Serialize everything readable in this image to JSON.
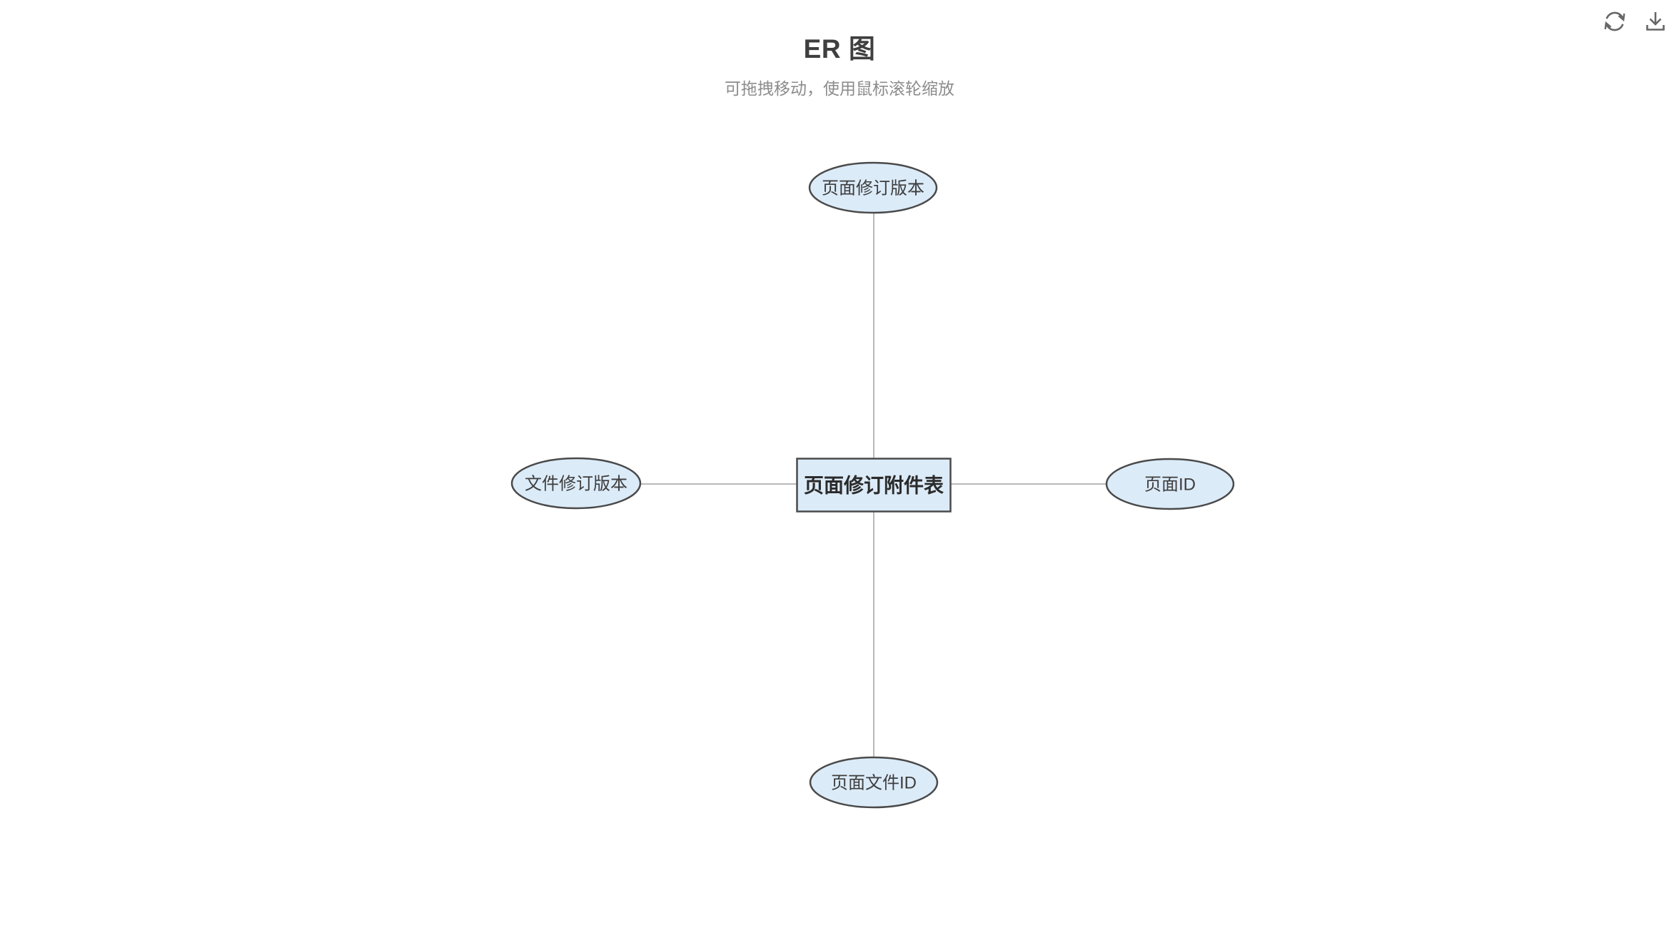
{
  "header": {
    "title": "ER 图",
    "subtitle": "可拖拽移动，使用鼠标滚轮缩放"
  },
  "toolbar": {
    "refresh_icon": "refresh",
    "download_icon": "download"
  },
  "colors": {
    "node_fill": "#dcebf8",
    "node_border": "#4a4a4a",
    "edge": "#b9b9b9",
    "title_text": "#3f3f3f",
    "subtitle_text": "#8c8c8c",
    "icon": "#666666"
  },
  "diagram": {
    "entity": {
      "label": "页面修订附件表",
      "shape": "rectangle"
    },
    "attributes": [
      {
        "label": "页面修订版本",
        "position": "top",
        "shape": "ellipse"
      },
      {
        "label": "文件修订版本",
        "position": "left",
        "shape": "ellipse"
      },
      {
        "label": "页面ID",
        "position": "right",
        "shape": "ellipse"
      },
      {
        "label": "页面文件ID",
        "position": "bottom",
        "shape": "ellipse"
      }
    ],
    "edges": [
      {
        "from": "页面修订附件表",
        "to": "页面修订版本"
      },
      {
        "from": "页面修订附件表",
        "to": "文件修订版本"
      },
      {
        "from": "页面修订附件表",
        "to": "页面ID"
      },
      {
        "from": "页面修订附件表",
        "to": "页面文件ID"
      }
    ]
  }
}
